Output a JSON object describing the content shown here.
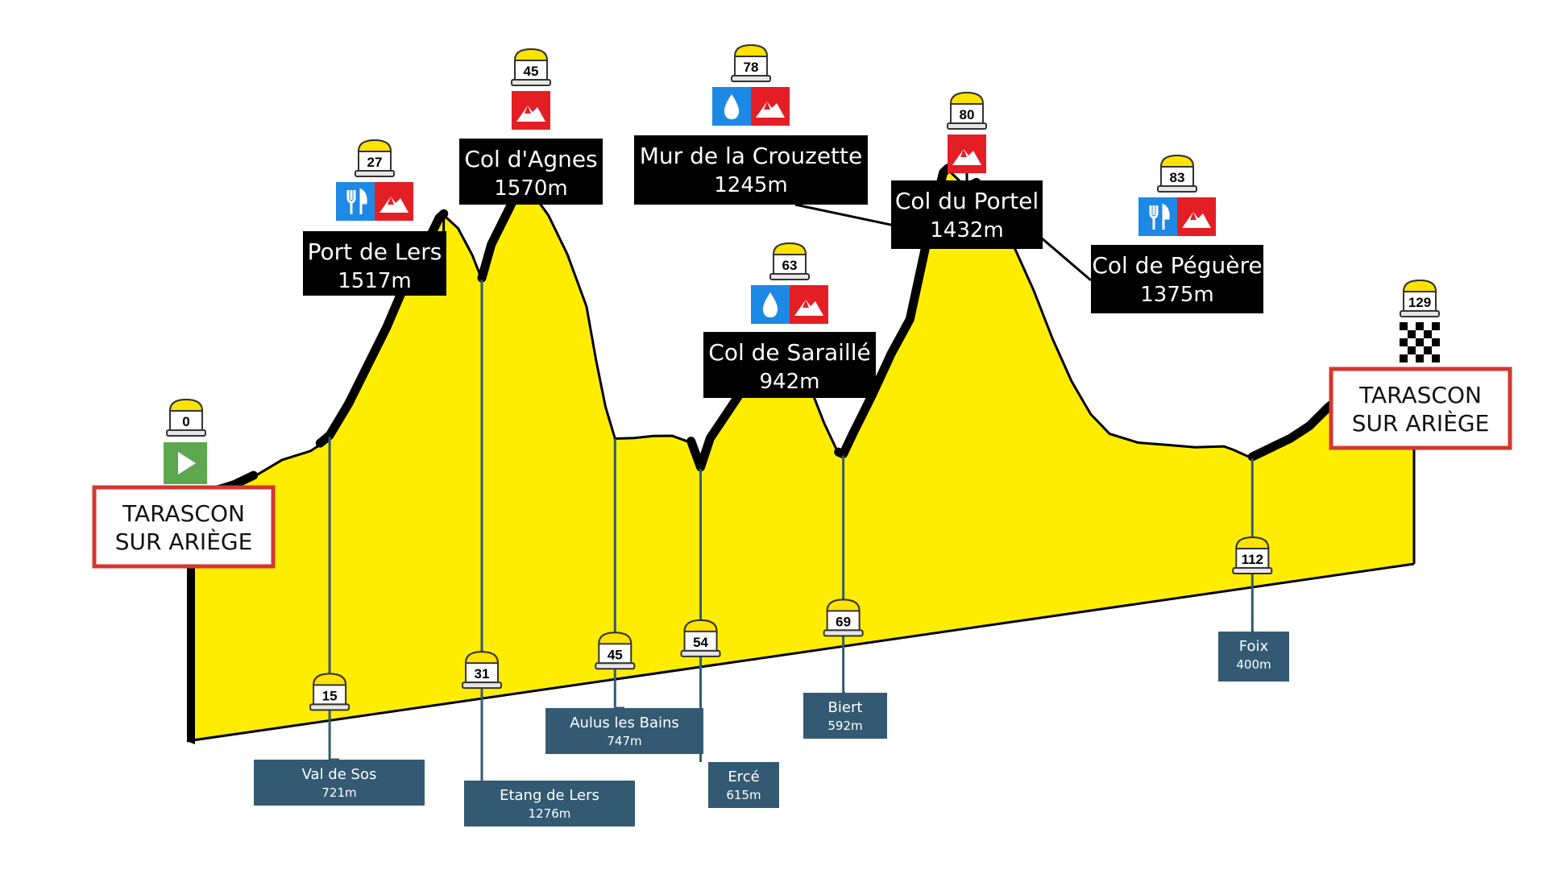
{
  "colors": {
    "profile_fill": "#FFED00",
    "ridge": "#000000",
    "box_dark": "#000000",
    "box_blue": "#335A72",
    "milestone_cap": "#FFE200",
    "icon_red": "#E41E25",
    "icon_blue": "#1E88E5",
    "icon_green": "#5DA84E",
    "town_border": "#D2382F"
  },
  "chart_data": {
    "type": "area",
    "series_points": [
      [
        0,
        720
      ],
      [
        1,
        745
      ],
      [
        3,
        760
      ],
      [
        5,
        770
      ],
      [
        7,
        790
      ],
      [
        10,
        830
      ],
      [
        13,
        845
      ],
      [
        14,
        860
      ],
      [
        15,
        880
      ],
      [
        17,
        970
      ],
      [
        19,
        1080
      ],
      [
        21,
        1190
      ],
      [
        23,
        1320
      ],
      [
        25,
        1420
      ],
      [
        26.5,
        1505
      ],
      [
        27,
        1517
      ],
      [
        28.5,
        1470
      ],
      [
        30,
        1380
      ],
      [
        31,
        1300
      ],
      [
        32,
        1400
      ],
      [
        34,
        1510
      ],
      [
        35,
        1570
      ],
      [
        36,
        1560
      ],
      [
        38,
        1470
      ],
      [
        40,
        1340
      ],
      [
        42,
        1170
      ],
      [
        43,
        1000
      ],
      [
        44,
        850
      ],
      [
        45,
        747
      ],
      [
        47,
        740
      ],
      [
        49,
        738
      ],
      [
        51,
        730
      ],
      [
        53,
        700
      ],
      [
        54,
        615
      ],
      [
        55,
        700
      ],
      [
        57,
        780
      ],
      [
        59,
        860
      ],
      [
        61,
        920
      ],
      [
        63,
        942
      ],
      [
        64,
        915
      ],
      [
        65,
        860
      ],
      [
        67,
        700
      ],
      [
        68.5,
        600
      ],
      [
        69,
        592
      ],
      [
        70,
        650
      ],
      [
        72,
        760
      ],
      [
        74,
        880
      ],
      [
        76,
        980
      ],
      [
        78,
        1245
      ],
      [
        79.5,
        1420
      ],
      [
        80,
        1432
      ],
      [
        81,
        1400
      ],
      [
        82,
        1365
      ],
      [
        83,
        1375
      ],
      [
        85,
        1300
      ],
      [
        87,
        1160
      ],
      [
        89,
        1020
      ],
      [
        91,
        860
      ],
      [
        93,
        720
      ],
      [
        95,
        610
      ],
      [
        97,
        540
      ],
      [
        100,
        500
      ],
      [
        103,
        480
      ],
      [
        106,
        460
      ],
      [
        109,
        450
      ],
      [
        110,
        435
      ],
      [
        112,
        400
      ],
      [
        114,
        420
      ],
      [
        116,
        440
      ],
      [
        118,
        470
      ],
      [
        120,
        520
      ],
      [
        122,
        560
      ],
      [
        124,
        580
      ],
      [
        126,
        565
      ],
      [
        127,
        570
      ],
      [
        129,
        555
      ]
    ],
    "xlim": [
      0,
      129
    ],
    "ylim": [
      400,
      1600
    ],
    "summits": [
      {
        "km": "27",
        "name": "Port de Lers",
        "alt": "1517m",
        "icons": [
          "food",
          "mountain"
        ]
      },
      {
        "km": "45",
        "name": "Col d'Agnes",
        "alt": "1570m",
        "icons": [
          "mountain"
        ]
      },
      {
        "km": "78",
        "name": "Mur de la Crouzette",
        "alt": "1245m",
        "icons": [
          "water",
          "mountain"
        ]
      },
      {
        "km": "63",
        "name": "Col de Saraillé",
        "alt": "942m",
        "icons": [
          "water",
          "mountain"
        ]
      },
      {
        "km": "80",
        "name": "Col du Portel",
        "alt": "1432m",
        "icons": [
          "mountain"
        ]
      },
      {
        "km": "83",
        "name": "Col de Péguère",
        "alt": "1375m",
        "icons": [
          "food",
          "mountain"
        ]
      }
    ],
    "valleys": [
      {
        "km": "15",
        "name": "Val de Sos",
        "alt": "721m"
      },
      {
        "km": "31",
        "name": "Etang de Lers",
        "alt": "1276m"
      },
      {
        "km": "45",
        "name": "Aulus les Bains",
        "alt": "747m"
      },
      {
        "km": "54",
        "name": "Ercé",
        "alt": "615m"
      },
      {
        "km": "69",
        "name": "Biert",
        "alt": "592m"
      },
      {
        "km": "112",
        "name": "Foix",
        "alt": "400m"
      }
    ],
    "start": {
      "km": "0",
      "line1": "TARASCON",
      "line2": "SUR ARIÈGE"
    },
    "finish": {
      "km": "129",
      "line1": "TARASCON",
      "line2": "SUR ARIÈGE"
    }
  }
}
